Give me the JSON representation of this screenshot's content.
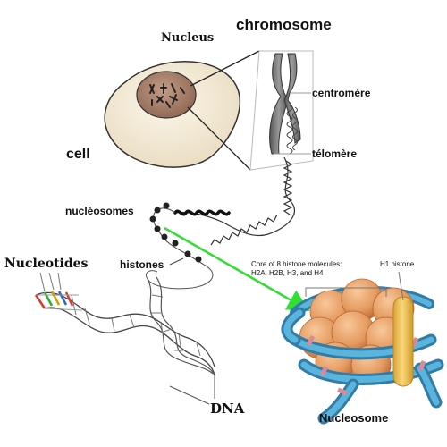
{
  "labels": {
    "nucleus": "Nucleus",
    "chromosome": "chromosome",
    "cell": "cell",
    "centromere": "centromère",
    "telomere": "télomère",
    "nucleosomes": "nucléosomes",
    "histones": "histones",
    "nucleotides": "Nucleotides",
    "dna": "DNA",
    "nucleosome": "Nucleosome",
    "histone_core_line1": "Core of 8 histone molecules:",
    "histone_core_line2": "H2A, H2B, H3, and H4",
    "h1_histone": "H1 histone"
  },
  "colors": {
    "cell_fill": "#f3ead7",
    "nucleus_fill": "#a07a66",
    "chromosome": "#777777",
    "histone_core": "#eaa46e",
    "histone_shadow": "#c9773f",
    "dna_tube": "#4aa3cc",
    "dna_pink": "#d88a9a",
    "h1": "#f2c255",
    "arrow": "#33dd33"
  }
}
